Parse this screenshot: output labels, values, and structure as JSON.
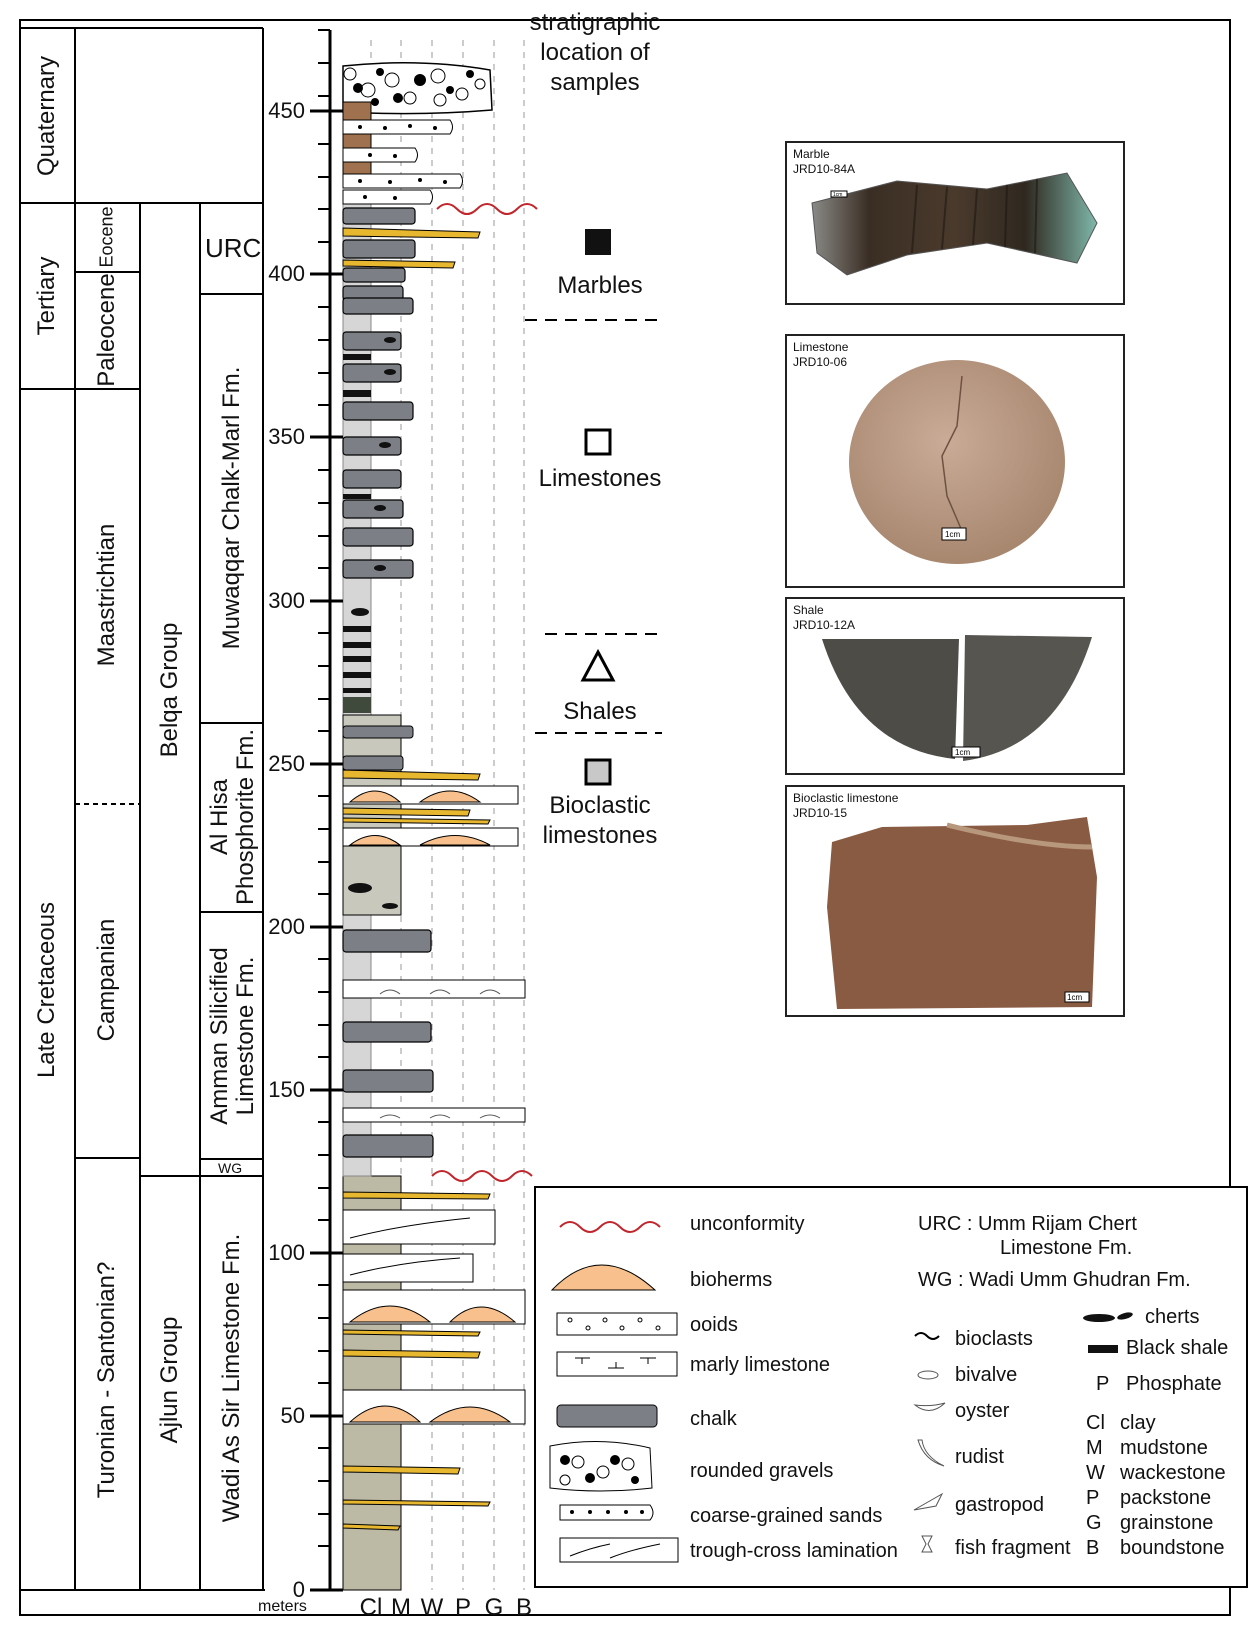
{
  "header": {
    "title_lines": [
      "stratigraphic",
      "location of",
      "samples"
    ]
  },
  "time_units": {
    "system": [
      "Quaternary",
      "Tertiary",
      "Late Cretaceous"
    ],
    "series": [
      "Eocene",
      "Paleocene",
      "Maastrichtian",
      "Campanian",
      "Turonian - Santonian?"
    ],
    "group": [
      "Belqa Group",
      "Ajlun Group"
    ],
    "formation": [
      "URC",
      "Muwaqqar Chalk-Marl Fm.",
      "Al Hisa",
      "Phosphorite Fm.",
      "Amman Silicified",
      "Limestone Fm.",
      "WG",
      "Wadi As Sir Limestone Fm."
    ]
  },
  "axis": {
    "ticks": [
      "450",
      "400",
      "350",
      "300",
      "250",
      "200",
      "150",
      "100",
      "50",
      "0"
    ],
    "unit": "meters",
    "texture_labels": [
      "Cl",
      "M",
      "W",
      "P",
      "G",
      "B"
    ]
  },
  "sample_groups": [
    {
      "label": "Marbles",
      "symbol": "filled-square"
    },
    {
      "label": "Limestones",
      "symbol": "open-square"
    },
    {
      "label": "Shales",
      "symbol": "open-triangle"
    },
    {
      "label": "Bioclastic",
      "label2": "limestones",
      "symbol": "grey-square"
    }
  ],
  "photos": [
    {
      "name": "Marble",
      "id": "JRD10-84A",
      "scale": "1cm"
    },
    {
      "name": "Limestone",
      "id": "JRD10-06",
      "scale": "1cm"
    },
    {
      "name": "Shale",
      "id": "JRD10-12A",
      "scale": "1cm"
    },
    {
      "name": "Bioclastic limestone",
      "id": "JRD10-15",
      "scale": "1cm"
    }
  ],
  "legend": {
    "patterns": [
      "unconformity",
      "bioherms",
      "ooids",
      "marly limestone",
      "chalk",
      "rounded gravels",
      "coarse-grained sands",
      "trough-cross lamination"
    ],
    "abbrev": [
      "URC :  Umm Rijam Chert",
      "Limestone Fm.",
      "WG :  Wadi Umm Ghudran Fm."
    ],
    "fossils": [
      "bioclasts",
      "bivalve",
      "oyster",
      "rudist",
      "gastropod",
      "fish fragment"
    ],
    "lith": [
      "cherts",
      "Black shale",
      "Phosphate"
    ],
    "phosphate_symbol": "P",
    "textures": [
      {
        "code": "Cl",
        "name": "clay"
      },
      {
        "code": "M",
        "name": "mudstone"
      },
      {
        "code": "W",
        "name": "wackestone"
      },
      {
        "code": "P",
        "name": "packstone"
      },
      {
        "code": "G",
        "name": "grainstone"
      },
      {
        "code": "B",
        "name": "boundstone"
      }
    ]
  },
  "colors": {
    "chalk": "#7d7f86",
    "sandstone_brown": "#a0714e",
    "bioherm": "#f7c08c",
    "chert_band": "#e8b730",
    "wadi_base": "#bcb9a5",
    "unconformity": "#c0262c",
    "sample_grey": "#c8c8c8"
  }
}
